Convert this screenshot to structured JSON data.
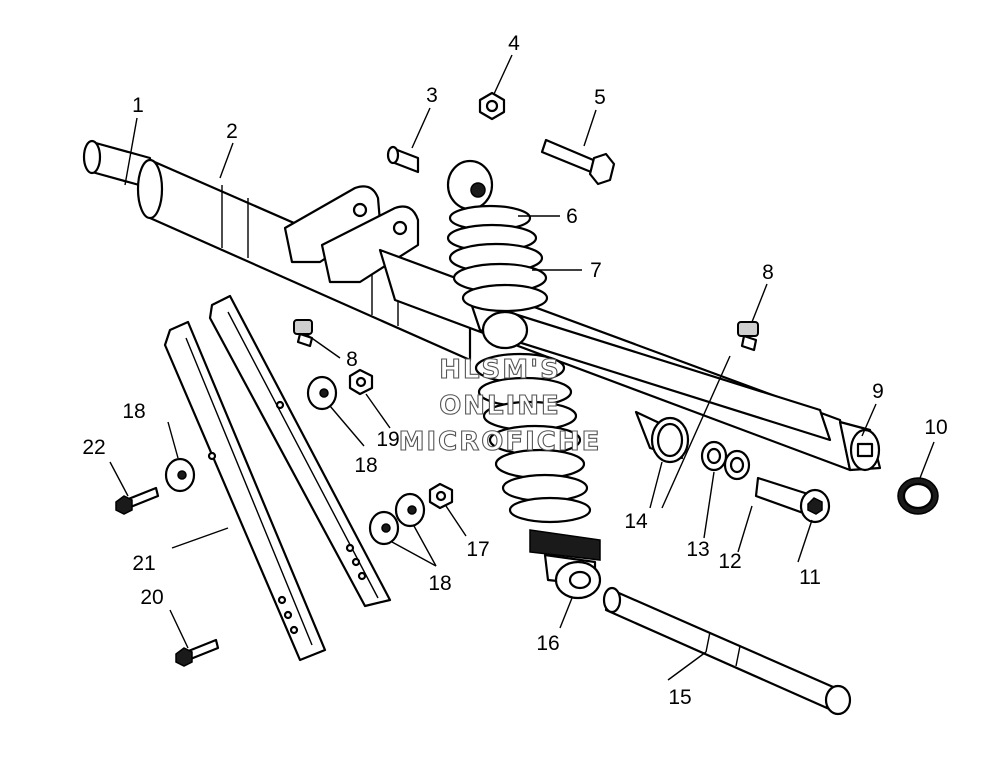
{
  "watermark": {
    "line1": "HLSM'S",
    "line2": "ONLINE",
    "line3": "MICROFICHE"
  },
  "callouts": [
    {
      "id": "c1",
      "text": "1"
    },
    {
      "id": "c2",
      "text": "2"
    },
    {
      "id": "c3",
      "text": "3"
    },
    {
      "id": "c4",
      "text": "4"
    },
    {
      "id": "c5",
      "text": "5"
    },
    {
      "id": "c6",
      "text": "6"
    },
    {
      "id": "c7",
      "text": "7"
    },
    {
      "id": "c8a",
      "text": "8"
    },
    {
      "id": "c8b",
      "text": "8"
    },
    {
      "id": "c9",
      "text": "9"
    },
    {
      "id": "c10",
      "text": "10"
    },
    {
      "id": "c11",
      "text": "11"
    },
    {
      "id": "c12",
      "text": "12"
    },
    {
      "id": "c13",
      "text": "13"
    },
    {
      "id": "c14",
      "text": "14"
    },
    {
      "id": "c15",
      "text": "15"
    },
    {
      "id": "c16",
      "text": "16"
    },
    {
      "id": "c17",
      "text": "17"
    },
    {
      "id": "c18a",
      "text": "18"
    },
    {
      "id": "c18b",
      "text": "18"
    },
    {
      "id": "c18c",
      "text": "18"
    },
    {
      "id": "c19",
      "text": "19"
    },
    {
      "id": "c20",
      "text": "20"
    },
    {
      "id": "c21",
      "text": "21"
    },
    {
      "id": "c22",
      "text": "22"
    }
  ]
}
